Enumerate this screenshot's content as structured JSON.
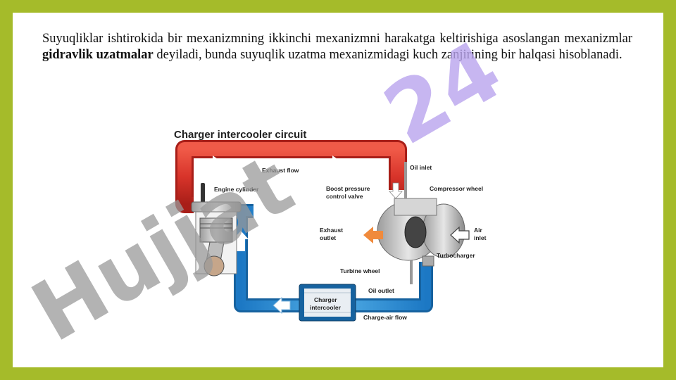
{
  "paragraph": {
    "part1": "Suyuqliklar ishtirokida bir mexanizmning ikkinchi mexanizmni harakatga keltirishiga asoslangan mexanizmlar ",
    "bold": "gidravlik uzatmalar",
    "part2": " deyiladi, bunda suyuqlik uzatma mexanizmidagi kuch zanjirining bir halqasi hisoblanadi."
  },
  "diagram": {
    "title": "Charger intercooler circuit",
    "labels": {
      "exhaust_flow": "Exhaust flow",
      "oil_inlet": "Oil inlet",
      "engine_cylinder": "Engine cylinder",
      "boost_line1": "Boost pressure",
      "boost_line2": "control valve",
      "compressor_wheel": "Compressor wheel",
      "exhaust_outlet_line1": "Exhaust",
      "exhaust_outlet_line2": "outlet",
      "air_inlet_line1": "Air",
      "air_inlet_line2": "inlet",
      "turbocharger": "Turbocharger",
      "turbine_wheel": "Turbine wheel",
      "oil_outlet": "Oil outlet",
      "intercooler_line1": "Charger",
      "intercooler_line2": "intercooler",
      "charge_air_flow": "Charge-air flow"
    },
    "colors": {
      "hot": "#d8342a",
      "cold": "#3a9ad8",
      "outlet_arrow": "#f08a3c"
    }
  },
  "watermark": {
    "text_left": "Hujjat",
    "text_right": "24",
    "color_left": "#9a9a9a",
    "color_right": "#b9a4ee"
  }
}
